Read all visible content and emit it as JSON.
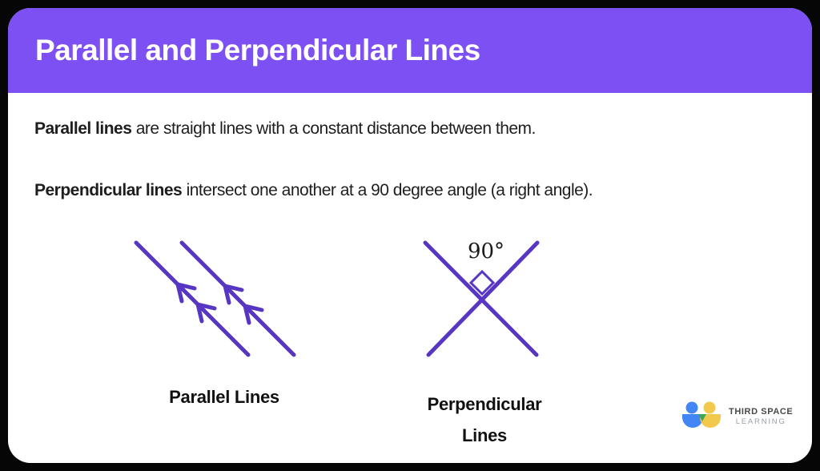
{
  "colors": {
    "page-bg": "#060606",
    "card-bg": "#ffffff",
    "header-purple": "#7C50F2",
    "header-text": "#ffffff",
    "body-text": "#1e1e1e",
    "caption-text": "#111111",
    "diagram-purple": "#5636C3",
    "logo-blue": "#4285F4",
    "logo-yellow": "#F2C94C",
    "logo-green": "#3BA55D",
    "logo-text-dark": "#45494C",
    "logo-text-light": "#9AA0A6"
  },
  "header": {
    "title": "Parallel and Perpendicular Lines"
  },
  "definitions": [
    {
      "term": "Parallel lines",
      "rest": " are straight lines with a constant distance between them."
    },
    {
      "term": "Perpendicular lines",
      "rest": " intersect one another at a 90 degree angle (a right angle)."
    }
  ],
  "diagrams": {
    "parallel": {
      "caption": "Parallel Lines"
    },
    "perpendicular": {
      "caption_line1": "Perpendicular",
      "caption_line2": "Lines",
      "angle_label": "90°"
    }
  },
  "logo": {
    "name_line1": "THIRD SPACE",
    "name_line2": "LEARNING"
  }
}
